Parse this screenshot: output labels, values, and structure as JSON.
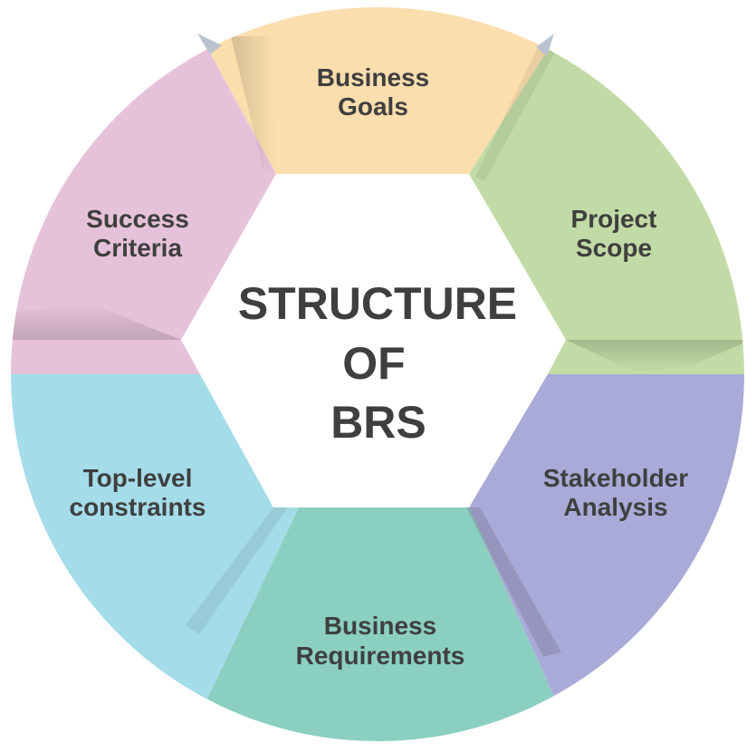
{
  "diagram": {
    "title_lines": [
      "STRUCTURE",
      "OF",
      "BRS"
    ],
    "segments": [
      {
        "name": "business-goals",
        "lines": [
          "Business",
          "Goals"
        ],
        "color": "#fbdeae"
      },
      {
        "name": "project-scope",
        "lines": [
          "Project",
          "Scope"
        ],
        "color": "#c2dba6"
      },
      {
        "name": "stakeholder-analysis",
        "lines": [
          "Stakeholder",
          "Analysis"
        ],
        "color": "#aaaad8"
      },
      {
        "name": "business-requirements",
        "lines": [
          "Business",
          "Requirements"
        ],
        "color": "#8bcfc1"
      },
      {
        "name": "top-level-constraints",
        "lines": [
          "Top-level",
          "constraints"
        ],
        "color": "#a5dcea"
      },
      {
        "name": "success-criteria",
        "lines": [
          "Success",
          "Criteria"
        ],
        "color": "#e6c2da"
      }
    ],
    "center_color": "#ffffff",
    "text_color": "#3f3f3f"
  }
}
